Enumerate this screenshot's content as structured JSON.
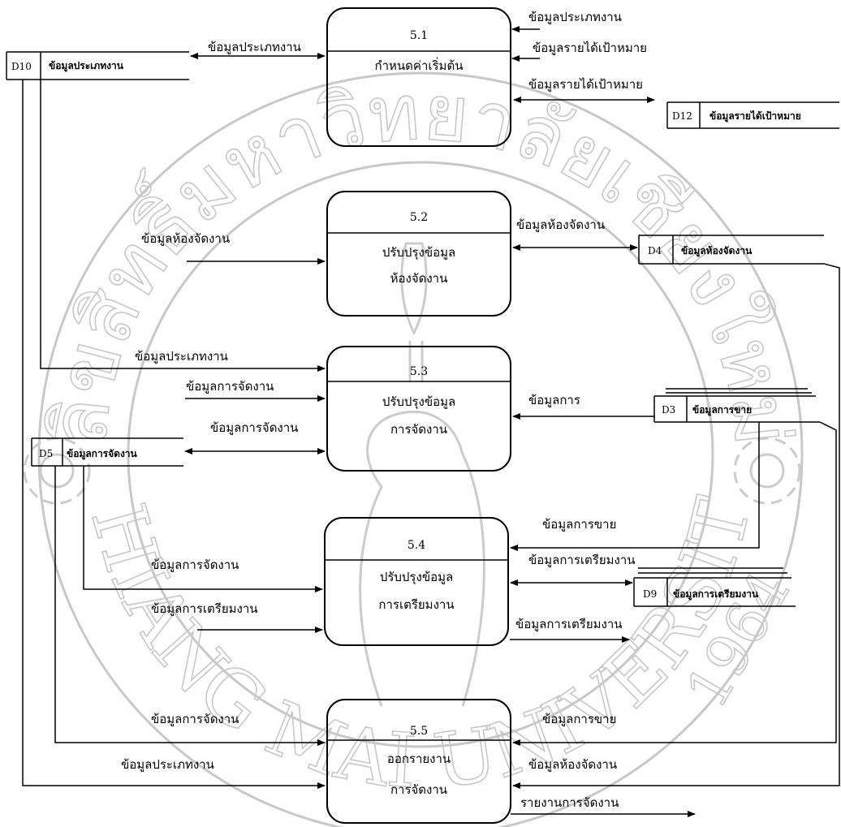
{
  "watermark": {
    "thai_text": "ลิขสิทธิ์มหาวิทยาลัยเชียงใหม่",
    "english_text": "CHIANG MAI UNIVERSITY",
    "year": "1964"
  },
  "processes": [
    {
      "id": "5.1",
      "name_lines": [
        "กำหนดค่าเริ่มต้น"
      ]
    },
    {
      "id": "5.2",
      "name_lines": [
        "ปรับปรุงข้อมูล",
        "ห้องจัดงาน"
      ]
    },
    {
      "id": "5.3",
      "name_lines": [
        "ปรับปรุงข้อมูล",
        "การจัดงาน"
      ]
    },
    {
      "id": "5.4",
      "name_lines": [
        "ปรับปรุงข้อมูล",
        "การเตรียมงาน"
      ]
    },
    {
      "id": "5.5",
      "name_lines": [
        "ออกรายงาน",
        "การจัดงาน"
      ]
    }
  ],
  "data_stores": [
    {
      "id": "D10",
      "name": "ข้อมูลประเภทงาน"
    },
    {
      "id": "D12",
      "name": "ข้อมูลรายได้เป้าหมาย"
    },
    {
      "id": "D4",
      "name": "ข้อมูลห้องจัดงาน"
    },
    {
      "id": "D3",
      "name": "ข้อมูลการขาย"
    },
    {
      "id": "D5",
      "name": "ข้อมูลการจัดงาน"
    },
    {
      "id": "D9",
      "name": "ข้อมูลการเตรียมงาน"
    }
  ],
  "flows": {
    "p1_in_top": "ข้อมูลประเภทงาน",
    "p1_in_income": "ข้อมูลรายได้เป้าหมาย",
    "p1_d12": "ข้อมูลรายได้เป้าหมาย",
    "d10_p1": "ข้อมูลประเภทงาน",
    "p2_in": "ข้อมูลห้องจัดงาน",
    "p2_d4": "ข้อมูลห้องจัดงาน",
    "d10_p3": "ข้อมูลประเภทงาน",
    "p3_in": "ข้อมูลการจัดงาน",
    "d5_p3": "ข้อมูลการจัดงาน",
    "d3_p3": "ข้อมูลการ",
    "d3_p4": "ข้อมูลการขาย",
    "d5_p4": "ข้อมูลการจัดงาน",
    "p4_in": "ข้อมูลการเตรียมงาน",
    "p4_d9": "ข้อมูลการเตรียมงาน",
    "p4_out": "ข้อมูลการเตรียมงาน",
    "d5_p5": "ข้อมูลการจัดงาน",
    "d3_p5": "ข้อมูลการขาย",
    "d10_p5": "ข้อมูลประเภทงาน",
    "d4_p5": "ข้อมูลห้องจัดงาน",
    "p5_out": "รายงานการจัดงาน"
  }
}
